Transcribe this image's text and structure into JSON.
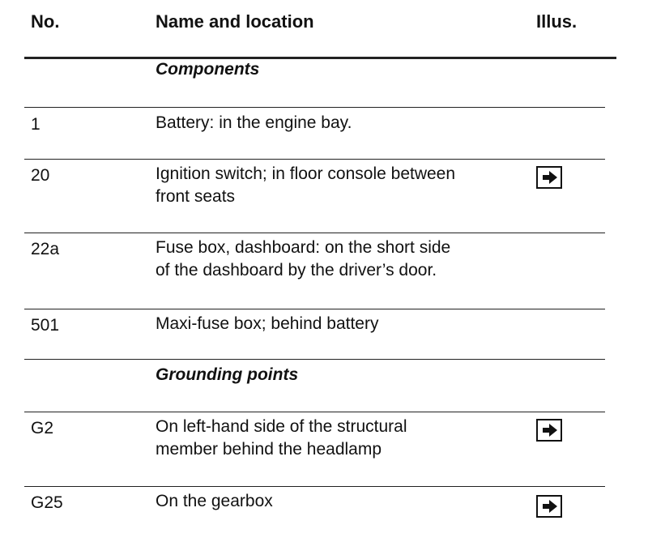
{
  "header": {
    "no": "No.",
    "name": "Name and location",
    "illus": "Illus."
  },
  "sections": [
    {
      "label": "Components"
    },
    {
      "label": "Grounding points"
    }
  ],
  "rows": [
    {
      "no": "1",
      "desc_line1": "Battery: in the engine bay.",
      "desc_line2": "",
      "illus": false
    },
    {
      "no": "20",
      "desc_line1": "Ignition switch; in floor console between",
      "desc_line2": "front seats",
      "illus": true,
      "icon": "arrow-right-icon"
    },
    {
      "no": "22a",
      "desc_line1": "Fuse box, dashboard: on the short side",
      "desc_line2": "of the dashboard by the driver’s door.",
      "illus": false
    },
    {
      "no": "501",
      "desc_line1": "Maxi-fuse box; behind battery",
      "desc_line2": "",
      "illus": false
    },
    {
      "no": "G2",
      "desc_line1": "On left-hand side of the structural",
      "desc_line2": "member behind the headlamp",
      "illus": true,
      "icon": "arrow-right-icon"
    },
    {
      "no": "G25",
      "desc_line1": "On the gearbox",
      "desc_line2": "",
      "illus": true,
      "icon": "arrow-right-icon"
    }
  ]
}
